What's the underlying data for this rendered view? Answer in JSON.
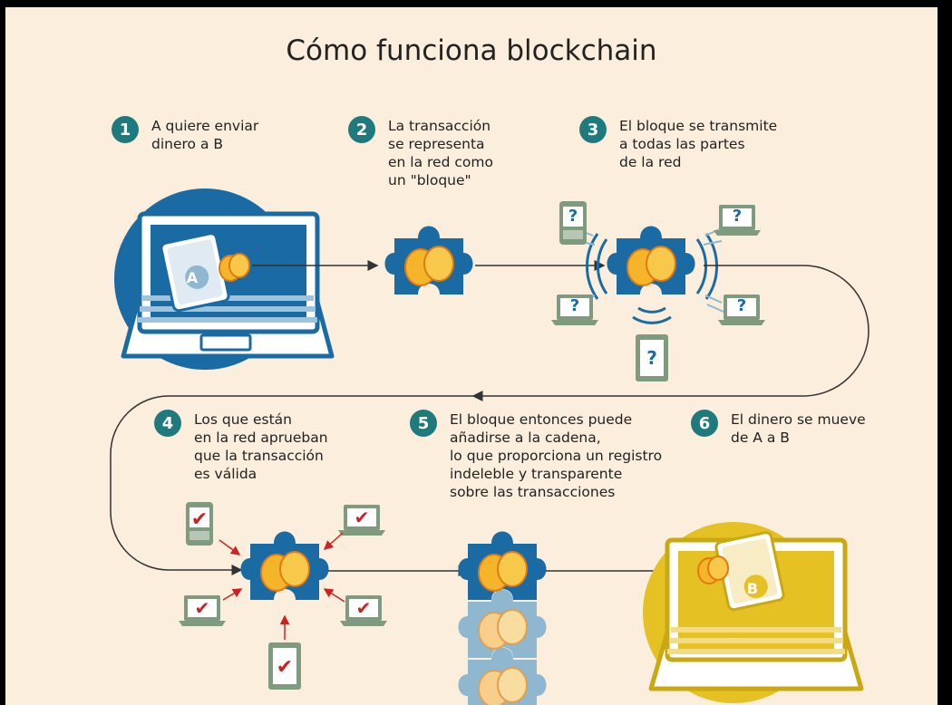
{
  "title": "Cómo funciona blockchain",
  "steps": [
    {
      "number": "1",
      "lines": [
        "A quiere enviar",
        "dinero a B"
      ]
    },
    {
      "number": "2",
      "lines": [
        "La transacción",
        "se representa",
        "en la red como",
        "un \"bloque\""
      ]
    },
    {
      "number": "3",
      "lines": [
        "El bloque se transmite",
        "a todas las partes",
        "de la red"
      ]
    },
    {
      "number": "4",
      "lines": [
        "Los que están",
        "en la red aprueban",
        "que la transacción",
        "es válida"
      ]
    },
    {
      "number": "5",
      "lines": [
        "El bloque entonces puede",
        "añadirse a la cadena,",
        "lo que proporciona un registro",
        "indeleble y transparente",
        "sobre las transacciones"
      ]
    },
    {
      "number": "6",
      "lines": [
        "El dinero se mueve",
        "de A a B"
      ]
    }
  ],
  "wallet_labels": {
    "sender": "A",
    "receiver": "B"
  },
  "icons": {
    "unknown": "?",
    "approved": "✔"
  },
  "colors": {
    "background": "#fbeedd",
    "teal": "#1f7a7d",
    "blue": "#1a6aa3",
    "light_blue": "#8fb8d0",
    "coin": "#f5b52a",
    "gold": "#e5c124",
    "device_green": "#7f9a7e",
    "check_red": "#cc2222"
  }
}
